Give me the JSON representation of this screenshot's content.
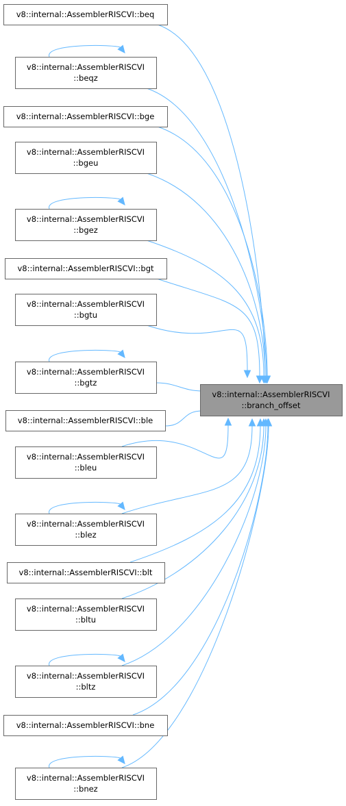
{
  "target": {
    "id": "branch_offset",
    "line1": "v8::internal::AssemblerRISCVI",
    "line2": "::branch_offset"
  },
  "callers": [
    {
      "id": "beq",
      "lines": [
        "v8::internal::AssemblerRISCVI::beq"
      ],
      "self_call": false
    },
    {
      "id": "beqz",
      "lines": [
        "v8::internal::AssemblerRISCVI",
        "::beqz"
      ],
      "self_call": true
    },
    {
      "id": "bge",
      "lines": [
        "v8::internal::AssemblerRISCVI::bge"
      ],
      "self_call": false
    },
    {
      "id": "bgeu",
      "lines": [
        "v8::internal::AssemblerRISCVI",
        "::bgeu"
      ],
      "self_call": false
    },
    {
      "id": "bgez",
      "lines": [
        "v8::internal::AssemblerRISCVI",
        "::bgez"
      ],
      "self_call": true
    },
    {
      "id": "bgt",
      "lines": [
        "v8::internal::AssemblerRISCVI::bgt"
      ],
      "self_call": false
    },
    {
      "id": "bgtu",
      "lines": [
        "v8::internal::AssemblerRISCVI",
        "::bgtu"
      ],
      "self_call": false
    },
    {
      "id": "bgtz",
      "lines": [
        "v8::internal::AssemblerRISCVI",
        "::bgtz"
      ],
      "self_call": true
    },
    {
      "id": "ble",
      "lines": [
        "v8::internal::AssemblerRISCVI::ble"
      ],
      "self_call": false
    },
    {
      "id": "bleu",
      "lines": [
        "v8::internal::AssemblerRISCVI",
        "::bleu"
      ],
      "self_call": false
    },
    {
      "id": "blez",
      "lines": [
        "v8::internal::AssemblerRISCVI",
        "::blez"
      ],
      "self_call": true
    },
    {
      "id": "blt",
      "lines": [
        "v8::internal::AssemblerRISCVI::blt"
      ],
      "self_call": false
    },
    {
      "id": "bltu",
      "lines": [
        "v8::internal::AssemblerRISCVI",
        "::bltu"
      ],
      "self_call": false
    },
    {
      "id": "bltz",
      "lines": [
        "v8::internal::AssemblerRISCVI",
        "::bltz"
      ],
      "self_call": true
    },
    {
      "id": "bne",
      "lines": [
        "v8::internal::AssemblerRISCVI::bne"
      ],
      "self_call": false
    },
    {
      "id": "bnez",
      "lines": [
        "v8::internal::AssemblerRISCVI",
        "::bnez"
      ],
      "self_call": true
    }
  ],
  "colors": {
    "edge": "#63b8ff",
    "node_border": "#666666",
    "target_fill": "#999999",
    "node_fill": "#ffffff"
  }
}
